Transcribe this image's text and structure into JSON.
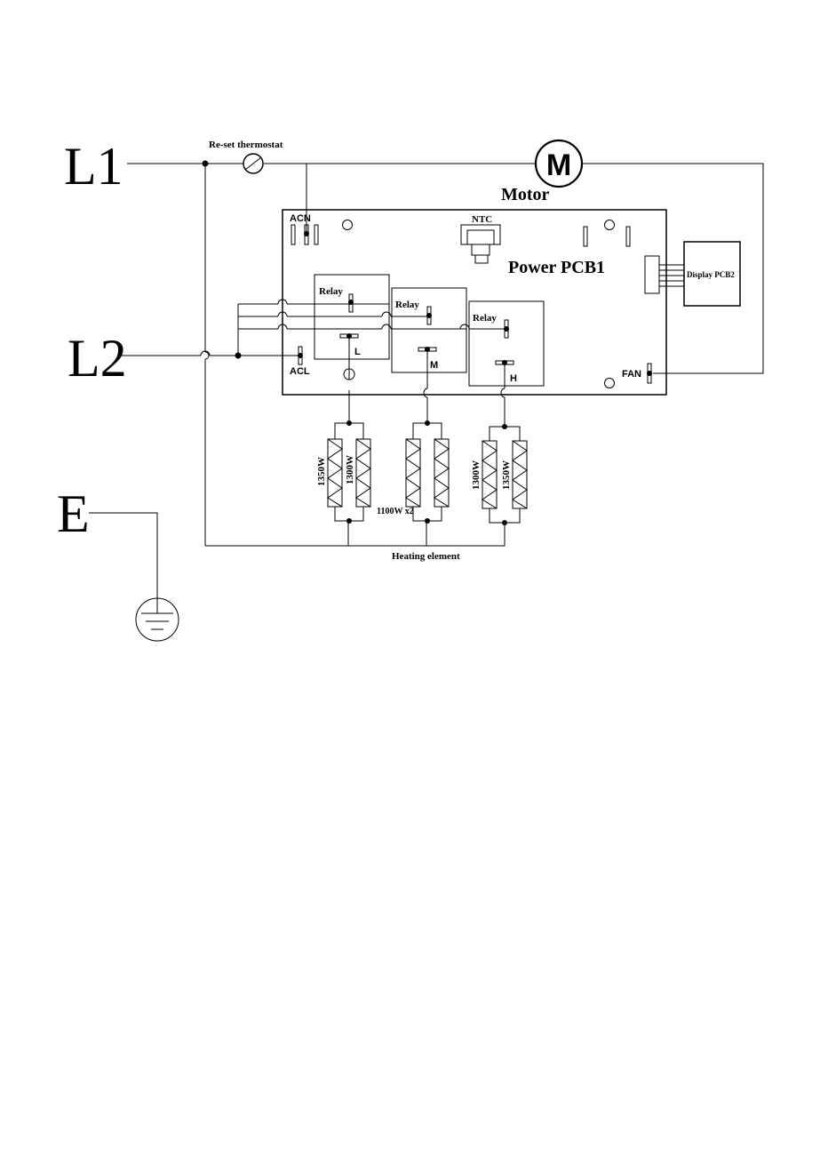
{
  "terminals": {
    "l1": "L1",
    "l2": "L2",
    "e": "E"
  },
  "thermostat_label": "Re-set thermostat",
  "motor": {
    "symbol": "M",
    "label": "Motor"
  },
  "pcb": {
    "title": "Power PCB1",
    "acn": "ACN",
    "acl": "ACL",
    "ntc": "NTC",
    "fan": "FAN"
  },
  "display_pcb": "Display PCB2",
  "relays": [
    {
      "label": "Relay",
      "output": "L"
    },
    {
      "label": "Relay",
      "output": "M"
    },
    {
      "label": "Relay",
      "output": "H"
    }
  ],
  "heaters": {
    "low": [
      "1350W",
      "1300W"
    ],
    "mid_label": "1100W x2",
    "high": [
      "1300W",
      "1350W"
    ]
  },
  "heating_label": "Heating element"
}
